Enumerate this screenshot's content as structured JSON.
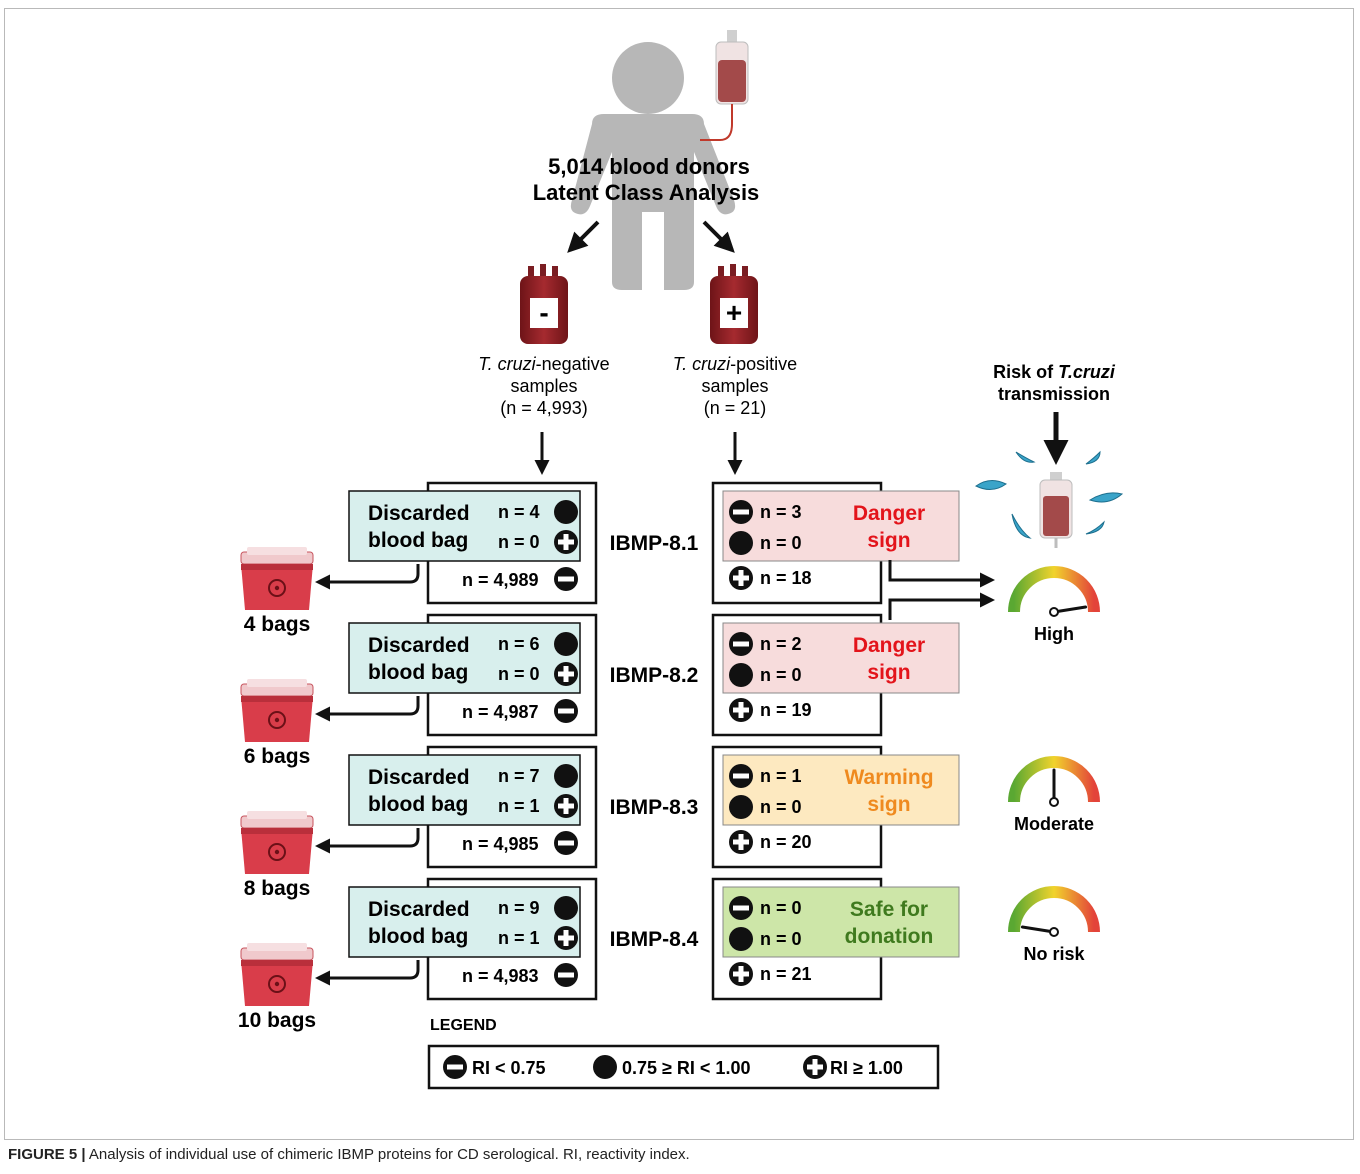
{
  "header": {
    "donors": "5,014 blood donors",
    "analysis": "Latent Class Analysis"
  },
  "negative": {
    "name_italic": "T. cruzi",
    "name_rest": "-negative",
    "samples": "samples",
    "count": "(n = 4,993)",
    "bag_symbol": "-"
  },
  "positive": {
    "name_italic": "T. cruzi",
    "name_rest": "-positive",
    "samples": "samples",
    "count": "(n = 21)",
    "bag_symbol": "+"
  },
  "risk": {
    "title_prefix": "Risk of ",
    "title_italic": "T.cruzi",
    "title_line2": "transmission",
    "gauges": [
      {
        "label": "High",
        "level": 0.95
      },
      {
        "label": "Moderate",
        "level": 0.5
      },
      {
        "label": "No risk",
        "level": 0.05
      }
    ]
  },
  "discard_label_1": "Discarded",
  "discard_label_2": "blood bag",
  "rows": [
    {
      "protein": "IBMP-8.1",
      "neg_intermediate": "n = 4",
      "neg_positive": "n = 0",
      "neg_negative": "n = 4,989",
      "bags": "4 bags",
      "pos_negative": "n = 3",
      "pos_intermediate": "n = 0",
      "pos_positive": "n = 18",
      "status_1": "Danger",
      "status_2": "sign",
      "status_type": "danger"
    },
    {
      "protein": "IBMP-8.2",
      "neg_intermediate": "n = 6",
      "neg_positive": "n = 0",
      "neg_negative": "n = 4,987",
      "bags": "6 bags",
      "pos_negative": "n = 2",
      "pos_intermediate": "n = 0",
      "pos_positive": "n = 19",
      "status_1": "Danger",
      "status_2": "sign",
      "status_type": "danger"
    },
    {
      "protein": "IBMP-8.3",
      "neg_intermediate": "n = 7",
      "neg_positive": "n = 1",
      "neg_negative": "n = 4,985",
      "bags": "8 bags",
      "pos_negative": "n = 1",
      "pos_intermediate": "n = 0",
      "pos_positive": "n = 20",
      "status_1": "Warming",
      "status_2": "sign",
      "status_type": "warning"
    },
    {
      "protein": "IBMP-8.4",
      "neg_intermediate": "n = 9",
      "neg_positive": "n = 1",
      "neg_negative": "n = 4,983",
      "bags": "10 bags",
      "pos_negative": "n = 0",
      "pos_intermediate": "n = 0",
      "pos_positive": "n = 21",
      "status_1": "Safe for",
      "status_2": "donation",
      "status_type": "safe"
    }
  ],
  "legend": {
    "title": "LEGEND",
    "negative": "RI < 0.75",
    "intermediate": "0.75 ≥ RI < 1.00",
    "positive": "RI ≥ 1.00"
  },
  "caption": {
    "label": "FIGURE 5 |",
    "text": " Analysis of individual use of chimeric IBMP proteins for CD serological. RI, reactivity index."
  },
  "colors": {
    "discard_fill": "#d8efed",
    "danger_fill": "#f7dcdc",
    "danger_text": "#e3141b",
    "warning_fill": "#fde9c0",
    "warning_text": "#ef8a1f",
    "safe_fill": "#cde6a8",
    "safe_text": "#3f7a1e",
    "blood": "#8e1d22",
    "person": "#b7b7b7",
    "bin": "#d93d4a"
  }
}
